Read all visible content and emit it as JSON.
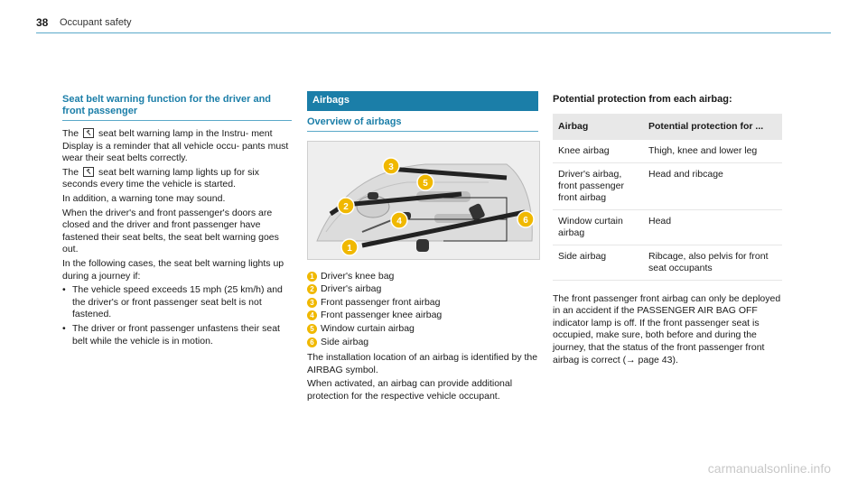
{
  "header": {
    "page_number": "38",
    "section": "Occupant safety"
  },
  "col1": {
    "heading": "Seat belt warning function for the driver and front passenger",
    "p1_a": "The",
    "p1_b": "seat belt warning lamp in the Instru- ment Display is a reminder that all vehicle occu- pants must wear their seat belts correctly.",
    "p2_a": "The",
    "p2_b": "seat belt warning lamp lights up for six seconds every time the vehicle is started.",
    "p3": "In addition, a warning tone may sound.",
    "p4": "When the driver's and front passenger's doors are closed and the driver and front passenger have fastened their seat belts, the seat belt warning goes out.",
    "p5": "In the following cases, the seat belt warning lights up during a journey if:",
    "bullets": [
      "The vehicle speed exceeds 15 mph (25 km/h) and the driver's or front passenger seat belt is not fastened.",
      "The driver or front passenger unfastens their seat belt while the vehicle is in motion."
    ],
    "bullet_glyph": "•"
  },
  "col2": {
    "section_title": "Airbags",
    "heading": "Overview of airbags",
    "figure_numbers": [
      "1",
      "2",
      "3",
      "4",
      "5",
      "6"
    ],
    "legend": [
      {
        "num": "1",
        "text": "Driver's knee bag"
      },
      {
        "num": "2",
        "text": "Driver's airbag"
      },
      {
        "num": "3",
        "text": "Front passenger front airbag"
      },
      {
        "num": "4",
        "text": "Front passenger knee airbag"
      },
      {
        "num": "5",
        "text": "Window curtain airbag"
      },
      {
        "num": "6",
        "text": "Side airbag"
      }
    ],
    "p1": "The installation location of an airbag is identified by the AIRBAG symbol.",
    "p2": "When activated, an airbag can provide additional protection for the respective vehicle occupant."
  },
  "col3": {
    "heading": "Potential protection from each airbag:",
    "table": {
      "headers": [
        "Airbag",
        "Potential protection for ..."
      ],
      "rows": [
        [
          "Knee airbag",
          "Thigh, knee and lower leg"
        ],
        [
          "Driver's airbag, front passenger front airbag",
          "Head and ribcage"
        ],
        [
          "Window curtain airbag",
          "Head"
        ],
        [
          "Side airbag",
          "Ribcage, also pelvis for front seat occupants"
        ]
      ]
    },
    "p1": "The front passenger front airbag can only be deployed in an accident if the PASSENGER AIR BAG OFF indicator lamp is off. If the front passenger seat is occupied, make sure, both before and during the journey, that the status of the front passenger front airbag is correct (→ page 43)."
  },
  "watermark": "carmanualsonline.info",
  "colors": {
    "accent": "#1b7ea8",
    "badge": "#f0b800",
    "rule": "#5aa9c9"
  }
}
